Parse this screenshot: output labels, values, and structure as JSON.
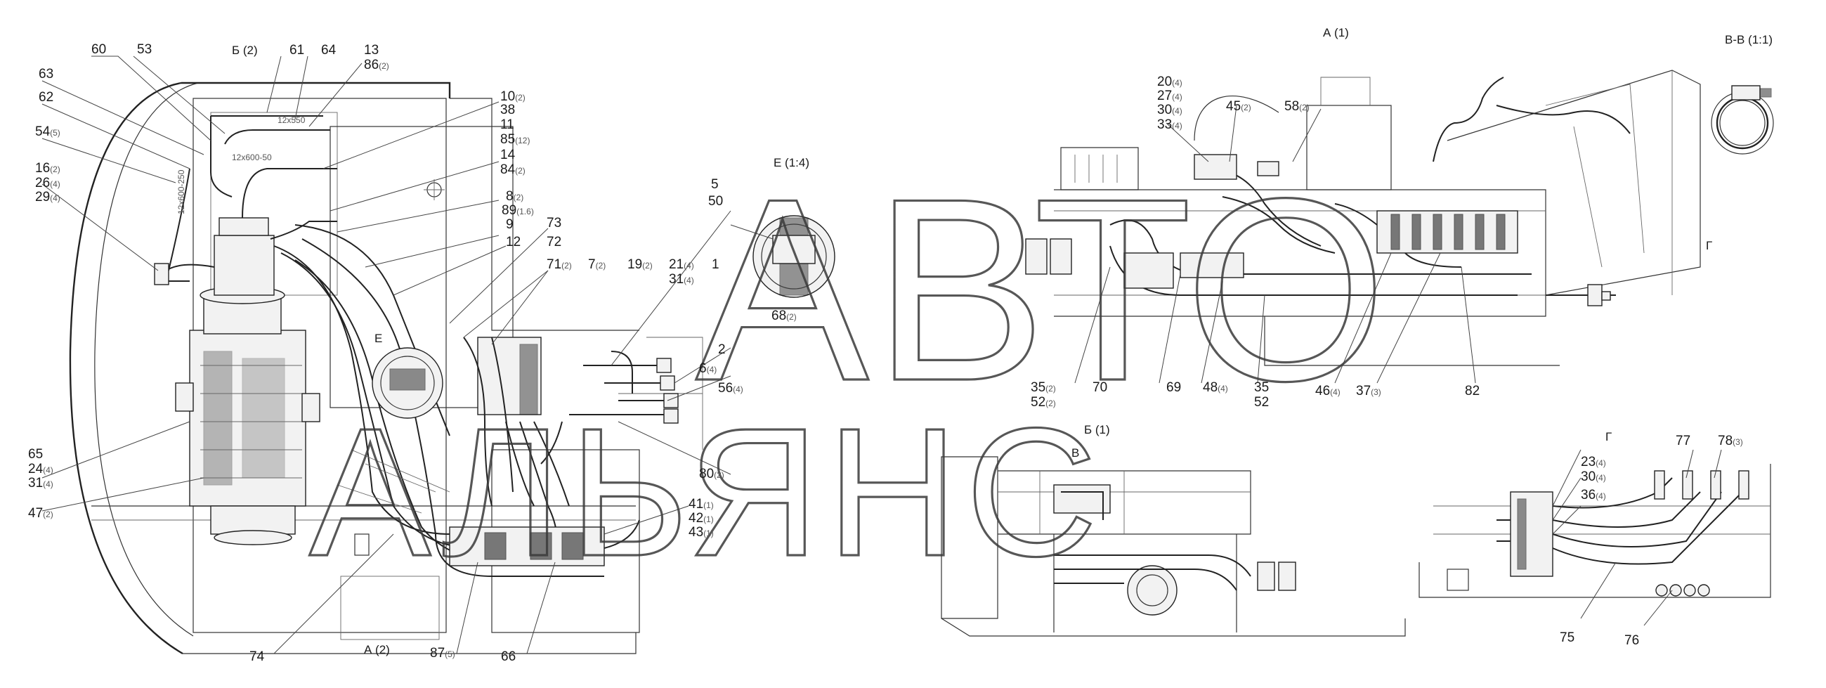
{
  "watermark": {
    "line1": "АВТО",
    "line2": "АЛЬЯНС"
  },
  "views": {
    "b_2": "Б (2)",
    "a_2": "А (2)",
    "a_1": "А (1)",
    "b_1": "Б (1)",
    "e_scale": "Е (1:4)",
    "e": "Е",
    "v": "В",
    "g": "Г",
    "g_detail": "Г",
    "vv": "В-В (1:1)"
  },
  "dims": {
    "d1": "12х550",
    "d2": "12х600-50",
    "d3": "12х600-250"
  },
  "labels": [
    {
      "n": "60"
    },
    {
      "n": "53"
    },
    {
      "n": "61"
    },
    {
      "n": "64"
    },
    {
      "n": "13"
    },
    {
      "n": "86",
      "q": "(2)"
    },
    {
      "n": "63"
    },
    {
      "n": "62"
    },
    {
      "n": "54",
      "q": "(5)"
    },
    {
      "n": "16",
      "q": "(2)"
    },
    {
      "n": "26",
      "q": "(4)"
    },
    {
      "n": "29",
      "q": "(4)"
    },
    {
      "n": "10",
      "q": "(2)"
    },
    {
      "n": "38"
    },
    {
      "n": "11"
    },
    {
      "n": "85",
      "q": "(12)"
    },
    {
      "n": "14"
    },
    {
      "n": "84",
      "q": "(2)"
    },
    {
      "n": "8",
      "q": "(2)"
    },
    {
      "n": "89",
      "q": "(1.6)"
    },
    {
      "n": "9"
    },
    {
      "n": "12"
    },
    {
      "n": "73"
    },
    {
      "n": "72"
    },
    {
      "n": "71",
      "q": "(2)"
    },
    {
      "n": "7",
      "q": "(2)"
    },
    {
      "n": "19",
      "q": "(2)"
    },
    {
      "n": "21",
      "q": "(4)"
    },
    {
      "n": "31",
      "q": "(4)"
    },
    {
      "n": "1"
    },
    {
      "n": "5"
    },
    {
      "n": "50"
    },
    {
      "n": "68",
      "q": "(2)"
    },
    {
      "n": "2"
    },
    {
      "n": "6",
      "q": "(4)"
    },
    {
      "n": "56",
      "q": "(4)"
    },
    {
      "n": "80",
      "q": "(2)"
    },
    {
      "n": "41",
      "q": "(1)"
    },
    {
      "n": "42",
      "q": "(1)"
    },
    {
      "n": "43",
      "q": "(1)"
    },
    {
      "n": "65"
    },
    {
      "n": "24",
      "q": "(4)"
    },
    {
      "n": "31",
      "q": "(4)"
    },
    {
      "n": "47",
      "q": "(2)"
    },
    {
      "n": "74"
    },
    {
      "n": "87",
      "q": "(5)"
    },
    {
      "n": "66"
    },
    {
      "n": "20",
      "q": "(4)"
    },
    {
      "n": "27",
      "q": "(4)"
    },
    {
      "n": "30",
      "q": "(4)"
    },
    {
      "n": "33",
      "q": "(4)"
    },
    {
      "n": "45",
      "q": "(2)"
    },
    {
      "n": "58",
      "q": "(2)"
    },
    {
      "n": "35",
      "q": "(2)"
    },
    {
      "n": "52",
      "q": "(2)"
    },
    {
      "n": "70"
    },
    {
      "n": "69"
    },
    {
      "n": "48",
      "q": "(4)"
    },
    {
      "n": "35"
    },
    {
      "n": "52"
    },
    {
      "n": "46",
      "q": "(4)"
    },
    {
      "n": "37",
      "q": "(3)"
    },
    {
      "n": "82"
    },
    {
      "n": "77"
    },
    {
      "n": "78",
      "q": "(3)"
    },
    {
      "n": "23",
      "q": "(4)"
    },
    {
      "n": "30",
      "q": "(4)"
    },
    {
      "n": "36",
      "q": "(4)"
    },
    {
      "n": "75"
    },
    {
      "n": "76"
    }
  ]
}
